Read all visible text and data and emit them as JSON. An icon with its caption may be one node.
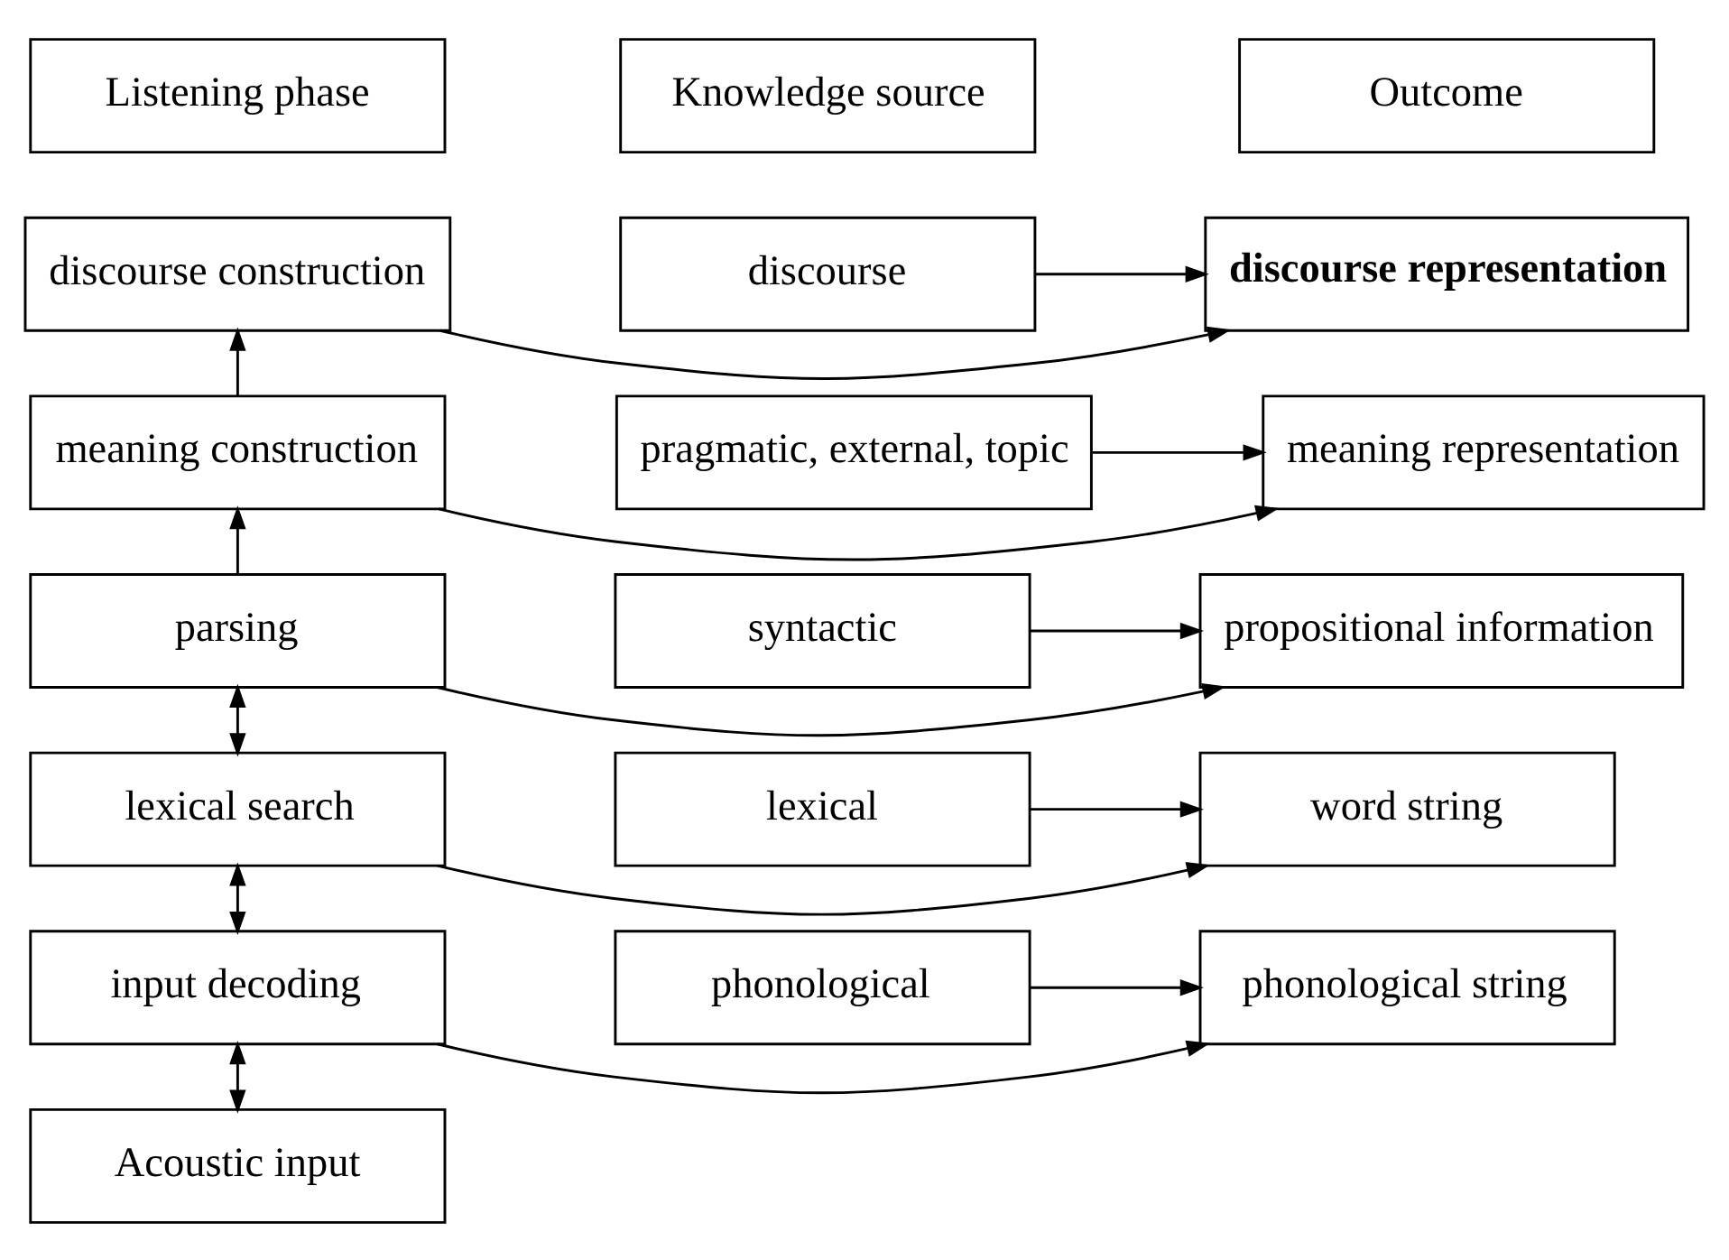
{
  "diagram": {
    "nodes": [
      {
        "text": [
          "Listening phase"
        ]
      },
      {
        "text": [
          "Outcome"
        ]
      },
      {
        "text": [
          "Knowledge source"
        ]
      },
      {
        "text": [
          "discourse construction"
        ]
      },
      {
        "text": [
          "discourse representation"
        ]
      },
      {
        "text": [
          "discourse"
        ]
      },
      {
        "text": [
          "meaning construction"
        ]
      },
      {
        "text": [
          "meaning representation"
        ]
      },
      {
        "text": [
          "pragmatic, external, topic"
        ]
      },
      {
        "text": [
          "parsing"
        ]
      },
      {
        "text": [
          "propositional information"
        ]
      },
      {
        "text": [
          "syntactic"
        ]
      },
      {
        "text": [
          "lexical search"
        ]
      },
      {
        "text": [
          "word string"
        ]
      },
      {
        "text": [
          "lexical"
        ]
      },
      {
        "text": [
          "input decoding"
        ]
      },
      {
        "text": [
          "phonological string"
        ]
      },
      {
        "text": [
          "phonological"
        ]
      },
      {
        "text": [
          "Acoustic input"
        ]
      }
    ],
    "edges": [
      {
        "from": 3,
        "to": 4,
        "arrow": "to"
      },
      {
        "from": 5,
        "to": 4,
        "arrow": "to"
      },
      {
        "from": 6,
        "to": 3,
        "arrow": "to"
      },
      {
        "from": 6,
        "to": 7,
        "arrow": "to"
      },
      {
        "from": 8,
        "to": 7,
        "arrow": "to"
      },
      {
        "from": 9,
        "to": 6,
        "arrow": "to"
      },
      {
        "from": 9,
        "to": 10,
        "arrow": "to"
      },
      {
        "from": 11,
        "to": 10,
        "arrow": "to"
      },
      {
        "from": 12,
        "to": 9,
        "arrow": "both"
      },
      {
        "from": 12,
        "to": 13,
        "arrow": "to"
      },
      {
        "from": 14,
        "to": 13,
        "arrow": "to"
      },
      {
        "from": 15,
        "to": 12,
        "arrow": "both"
      },
      {
        "from": 15,
        "to": 16,
        "arrow": "to"
      },
      {
        "from": 17,
        "to": 16,
        "arrow": "to"
      },
      {
        "from": 18,
        "to": 15,
        "arrow": "both"
      }
    ]
  }
}
